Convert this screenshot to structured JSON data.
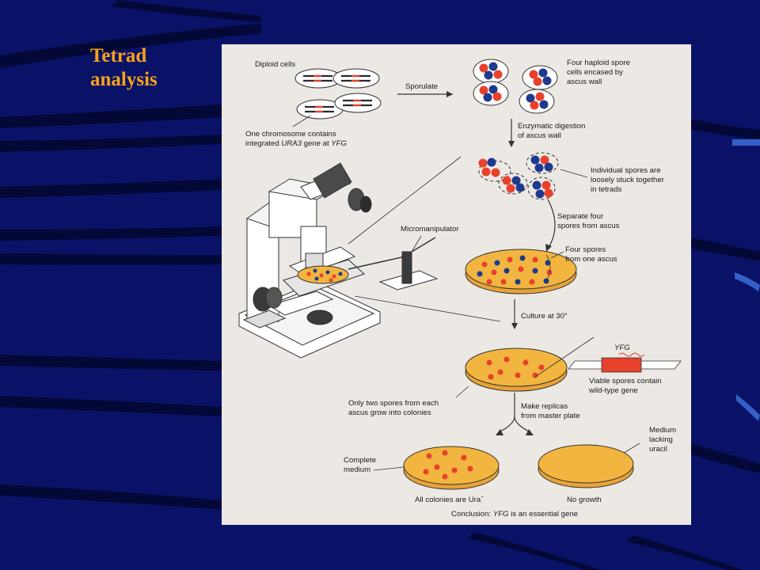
{
  "slide": {
    "title_line1": "Tetrad",
    "title_line2": "analysis"
  },
  "colors": {
    "background": "#0a1268",
    "title": "#f7a21b",
    "panel": "#ece9e4",
    "spore_red": "#e8412c",
    "spore_blue": "#1d3a8f",
    "agar": "#f2b540"
  },
  "figure": {
    "diploid_cells": "Diploid cells",
    "chromosome_line1": "One chromosome contains",
    "chromosome_line2a": "integrated ",
    "chromosome_gene": "URA3",
    "chromosome_line2b": " gene at ",
    "chromosome_yfg": "YFG",
    "sporulate": "Sporulate",
    "haploid_line1": "Four haploid spore",
    "haploid_line2": "cells encased by",
    "haploid_line3": "ascus wall",
    "digestion_line1": "Enzymatic digestion",
    "digestion_line2": "of ascus wall",
    "individual_line1": "Individual spores are",
    "individual_line2": "loosely stuck together",
    "individual_line3": "in tetrads",
    "micromanipulator": "Micromanipulator",
    "separate_line1": "Separate four",
    "separate_line2": "spores from ascus",
    "four_spores_line1": "Four spores",
    "four_spores_line2": "from one ascus",
    "culture": "Culture at 30°",
    "yfg_label": "YFG",
    "viable_line1": "Viable spores contain",
    "viable_line2": "wild-type gene",
    "only_two_line1": "Only two spores from each",
    "only_two_line2": "ascus grow into colonies",
    "replicas_line1": "Make replicas",
    "replicas_line2": "from master plate",
    "medium_line1": "Medium",
    "medium_line2": "lacking",
    "medium_line3": "uracil",
    "complete_line1": "Complete",
    "complete_line2": "medium",
    "all_colonies": "All colonies are Ura",
    "all_colonies_sup": "−",
    "no_growth": "No growth",
    "conclusion_a": "Conclusion: ",
    "conclusion_yfg": "YFG",
    "conclusion_b": " is an essential gene"
  }
}
